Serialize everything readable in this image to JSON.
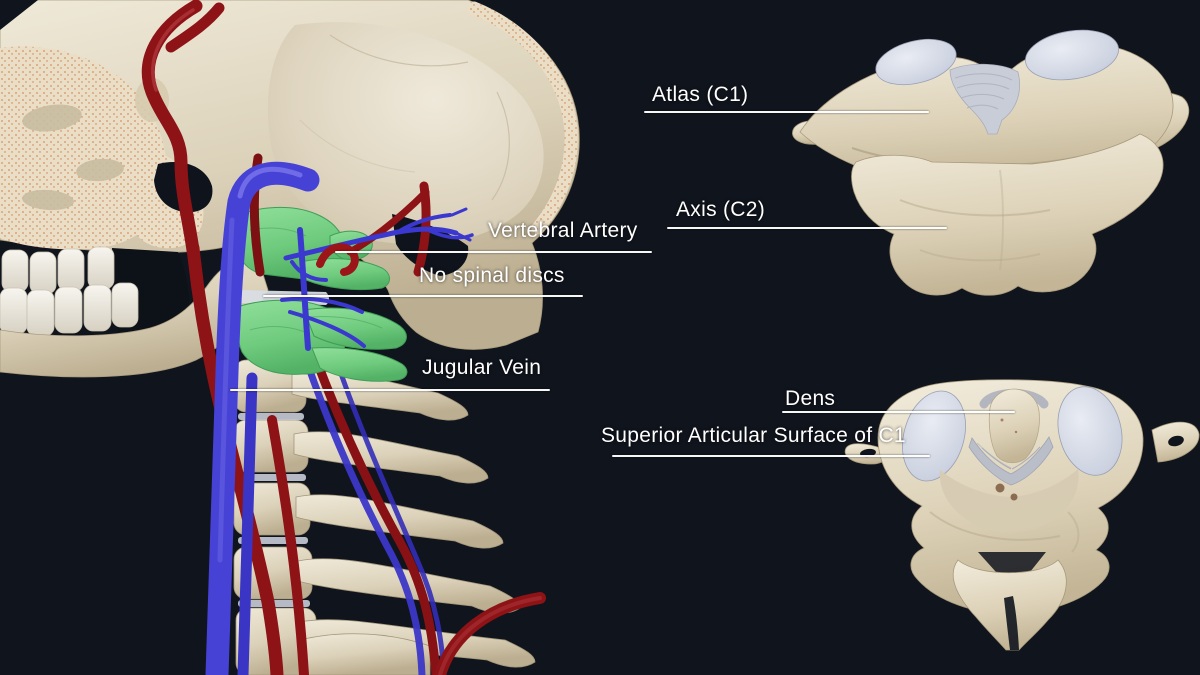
{
  "scene": {
    "background_color": "#10141d",
    "label_color": "#ffffff",
    "palette": {
      "bone": "#ddd3bc",
      "bone_highlight": "#efe8d6",
      "bone_shadow": "#b5a88c",
      "cancellous_speckle": "#d4935e",
      "highlight_green": "#72cc80",
      "artery_red": "#8e1316",
      "vein_blue": "#4742d6",
      "cartilage_gray": "#c7ccd9",
      "tooth_white": "#f4f2ec"
    }
  },
  "labels": {
    "atlas": "Atlas (C1)",
    "axis": "Axis (C2)",
    "vertebral_artery": "Vertebral Artery",
    "no_spinal_discs": "No spinal discs",
    "jugular_vein": "Jugular Vein",
    "dens": "Dens",
    "superior_articular_surface": "Superior Articular Surface of C1"
  }
}
